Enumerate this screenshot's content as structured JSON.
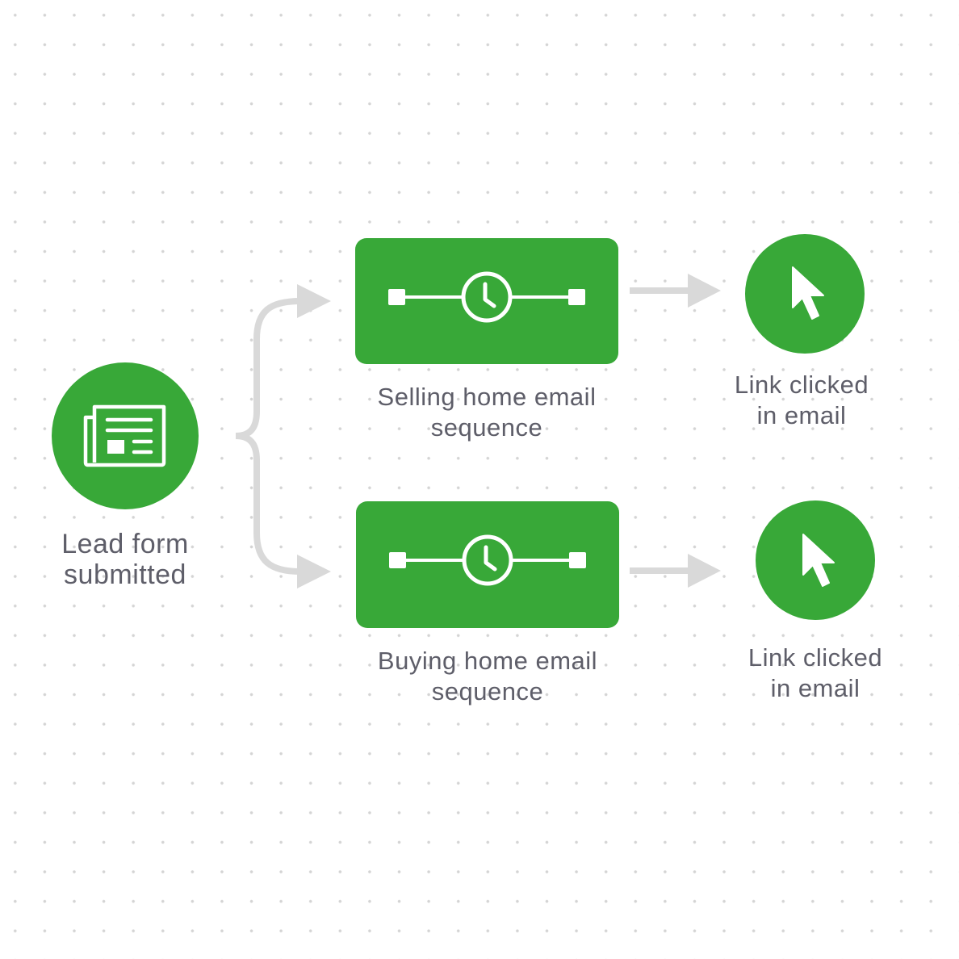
{
  "colors": {
    "green": "#38a838",
    "arrow": "#d9d9d9",
    "text": "#5e5e69"
  },
  "nodes": {
    "trigger": {
      "icon": "newspaper-icon",
      "line1": "Lead form",
      "line2": "submitted"
    },
    "selling": {
      "icon": "timer-timeline-icon",
      "line1": "Selling home email",
      "line2": "sequence"
    },
    "buying": {
      "icon": "timer-timeline-icon",
      "line1": "Buying home email",
      "line2": "sequence"
    },
    "link1": {
      "icon": "cursor-icon",
      "line1": "Link clicked",
      "line2": "in email"
    },
    "link2": {
      "icon": "cursor-icon",
      "line1": "Link clicked",
      "line2": "in email"
    }
  }
}
